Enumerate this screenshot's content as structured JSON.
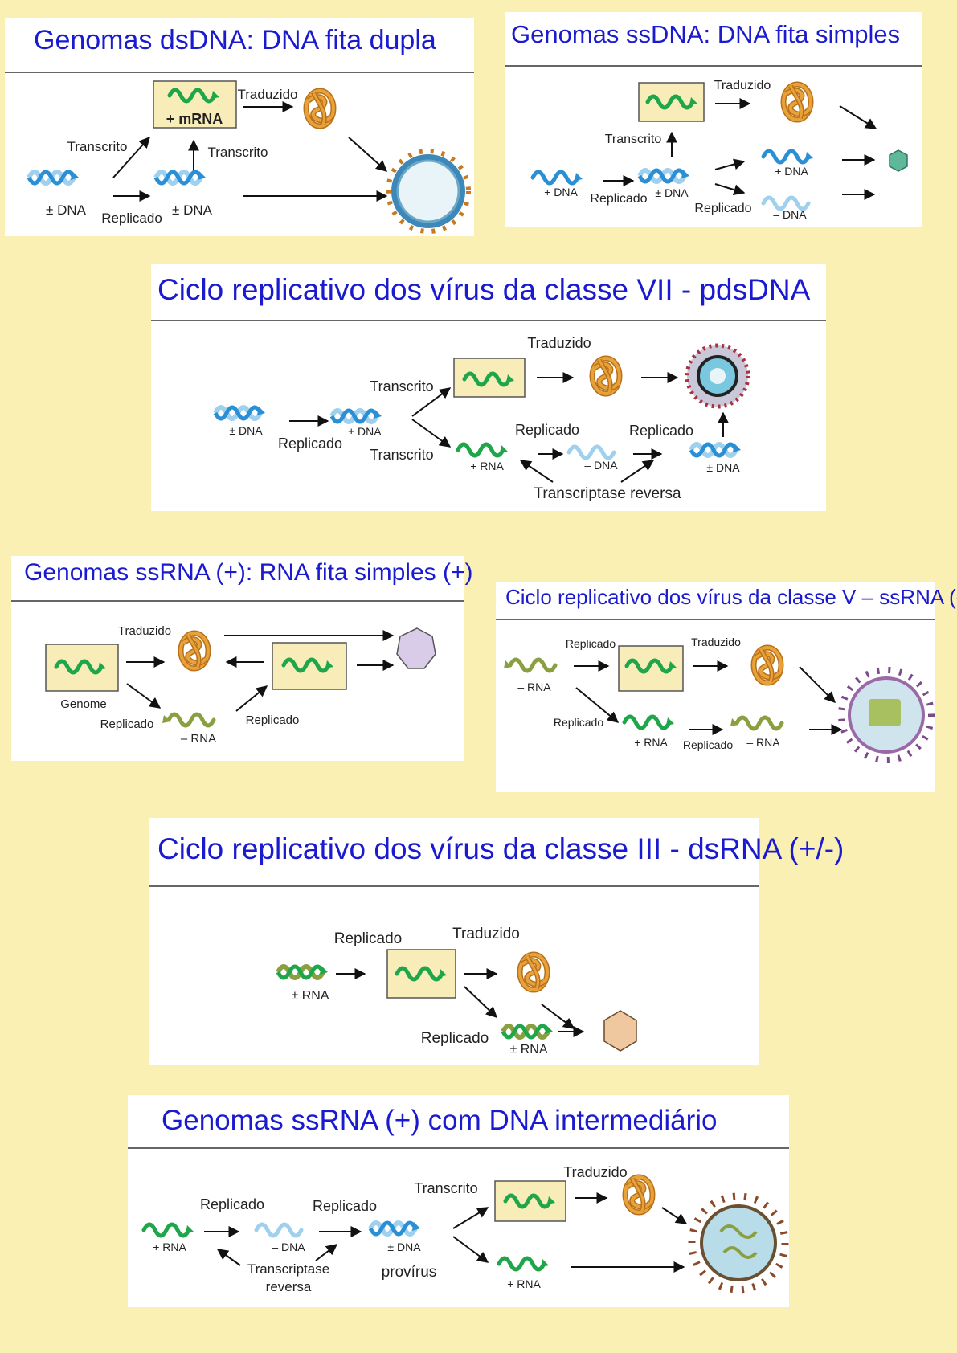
{
  "panels": {
    "dsdna": {
      "title": "Genomas dsDNA: DNA fita dupla",
      "mrna": "+ mRNA",
      "traduzido": "Traduzido",
      "transcrito_1": "Transcrito",
      "transcrito_2": "Transcrito",
      "dna_1": "± DNA",
      "dna_2": "± DNA",
      "replicado": "Replicado"
    },
    "ssdna": {
      "title": "Genomas ssDNA: DNA fita simples",
      "traduzido": "Traduzido",
      "transcrito": "Transcrito",
      "plus_dna_1": "+ DNA",
      "replicado_1": "Replicado",
      "pm_dna": "± DNA",
      "plus_dna_2": "+ DNA",
      "minus_dna": "– DNA",
      "replicado_2": "Replicado"
    },
    "class7": {
      "title": "Ciclo replicativo dos vírus da classe VII - pdsDNA",
      "traduzido": "Traduzido",
      "transcrito_1": "Transcrito",
      "transcrito_2": "Transcrito",
      "dna_1": "± DNA",
      "dna_2": "± DNA",
      "replicado_1": "Replicado",
      "replicado_2": "Replicado",
      "replicado_3": "Replicado",
      "plus_rna": "+ RNA",
      "minus_dna": "– DNA",
      "dna_3": "± DNA",
      "rt": "Transcriptase reversa"
    },
    "ssrna_plus": {
      "title": "Genomas ssRNA (+): RNA fita simples (+)",
      "traduzido": "Traduzido",
      "genome": "Genome",
      "replicado_1": "Replicado",
      "replicado_2": "Replicado",
      "minus_rna": "– RNA"
    },
    "class5": {
      "title": "Ciclo replicativo dos vírus da classe V – ssRNA (-)",
      "replicado_1": "Replicado",
      "traduzido": "Traduzido",
      "minus_rna_1": "– RNA",
      "replicado_2": "Replicado",
      "plus_rna": "+ RNA",
      "replicado_3": "Replicado",
      "minus_rna_2": "– RNA"
    },
    "class3": {
      "title": "Ciclo replicativo dos vírus da classe III - dsRNA (+/-)",
      "replicado_1": "Replicado",
      "traduzido": "Traduzido",
      "rna_1": "± RNA",
      "replicado_2": "Replicado",
      "rna_2": "± RNA"
    },
    "dna_inter": {
      "title": "Genomas ssRNA (+) com DNA intermediário",
      "replicado_1": "Replicado",
      "replicado_2": "Replicado",
      "transcrito": "Transcrito",
      "traduzido": "Traduzido",
      "plus_rna_1": "+ RNA",
      "minus_dna": "– DNA",
      "pm_dna": "± DNA",
      "rt_1": "Transcriptase",
      "rt_2": "reversa",
      "provirus": "provírus",
      "plus_rna_2": "+ RNA"
    }
  },
  "colors": {
    "background": "#faf0b4",
    "title": "#1a1ad0",
    "rna_green": "#1fa64a",
    "dna_blue": "#2a8fd4",
    "dna_light": "#9fd0ee",
    "minus_rna": "#8aa040",
    "protein": "#d08a22",
    "box": "#f8ecb8"
  }
}
